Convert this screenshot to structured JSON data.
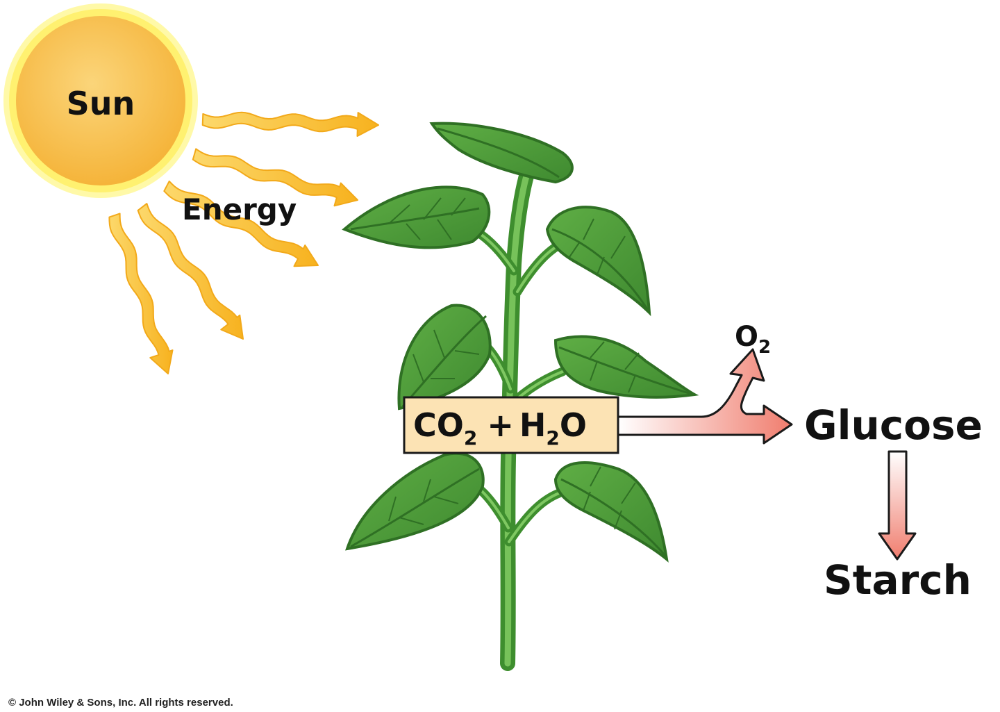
{
  "diagram": {
    "sun_label": "Sun",
    "energy_label": "Energy",
    "equation": {
      "co": "CO",
      "co_sub": "2",
      "plus": "+",
      "h": "H",
      "h_sub": "2",
      "o": "O"
    },
    "oxygen": {
      "symbol": "O",
      "subscript": "2"
    },
    "glucose_label": "Glucose",
    "starch_label": "Starch",
    "copyright": "© John Wiley & Sons, Inc. All rights reserved."
  },
  "colors": {
    "sun_fill": "#F7C14A",
    "sun_glow": "#FFF170",
    "ray": "#FBC02D",
    "leaf": "#4E9A3A",
    "stem": "#3E8E2E",
    "equation_box": "#FCE3B4",
    "product_arrow": "#F29A8C"
  }
}
